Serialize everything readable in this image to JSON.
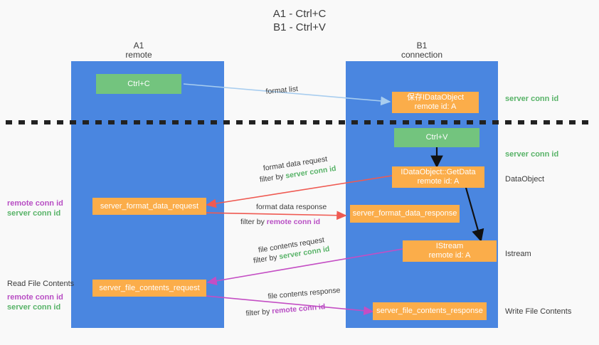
{
  "title": {
    "line1": "A1 - Ctrl+C",
    "line2": "B1 - Ctrl+V"
  },
  "columns": [
    {
      "name": "A1",
      "sub": "remote"
    },
    {
      "name": "B1",
      "sub": "connection"
    }
  ],
  "colors": {
    "panel": "#4a86e0",
    "green_box": "#73c47e",
    "orange_box": "#fbad4a",
    "background": "#f9f9f9",
    "blue_arrow": "#a8cdef",
    "red_arrow": "#ef5a52",
    "magenta_arrow": "#c44ec4",
    "black_arrow": "#111111",
    "green_text": "#58b368",
    "purple_text": "#b84ec4",
    "divider": "#222222"
  },
  "nodes": {
    "ctrl_c": "Ctrl+C",
    "ctrl_v": "Ctrl+V",
    "save_idataobject": "保存IDataObject",
    "save_idataobject_id": "remote id: A",
    "getdata": "IDataObject::GetData",
    "getdata_id": "remote id: A",
    "istream": "IStream",
    "istream_id": "remote id: A",
    "server_format_data_request": "server_format_data_request",
    "server_format_data_response": "server_format_data_response",
    "server_file_contents_request": "server_file_contents_request",
    "server_file_contents_response": "server_file_contents_response"
  },
  "edge_labels": {
    "format_list": "format list",
    "format_data_request": "format data request",
    "format_data_request_filter_prefix": "filter by ",
    "format_data_request_filter_key": "server conn id",
    "format_data_response": "format data response",
    "format_data_response_filter_prefix": "filter by ",
    "format_data_response_filter_key": "remote conn id",
    "file_contents_request": "file contents request",
    "file_contents_request_filter_prefix": "filter by ",
    "file_contents_request_filter_key": "server conn id",
    "file_contents_response": "file contents response",
    "file_contents_response_filter_prefix": "filter by ",
    "file_contents_response_filter_key": "remote conn id"
  },
  "right_annotations": [
    {
      "text": "server conn id",
      "kind": "green"
    },
    {
      "text": "server conn id",
      "kind": "green"
    },
    {
      "text": "DataObject",
      "kind": "plain"
    },
    {
      "text": "Istream",
      "kind": "plain"
    },
    {
      "text": "Write File Contents",
      "kind": "plain"
    }
  ],
  "left_annotations": {
    "mid_remote": "remote conn id",
    "mid_server": "server conn id",
    "read_file_contents": "Read File Contents",
    "bottom_remote": "remote conn id",
    "bottom_server": "server conn id"
  }
}
